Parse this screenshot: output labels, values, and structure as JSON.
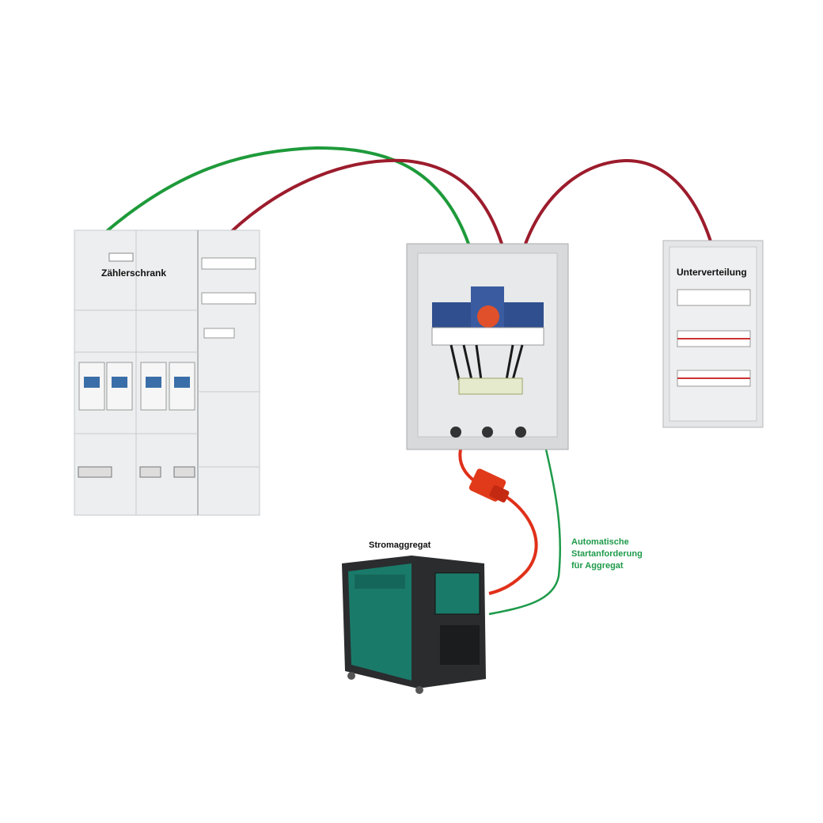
{
  "labels": {
    "zaehlerschrank": "Zählerschrank",
    "unterverteilung": "Unterverteilung",
    "stromaggregat": "Stromaggregat",
    "auto_start": [
      "Automatische",
      "Startanforderung",
      "für Aggregat"
    ]
  },
  "colors": {
    "cable_green": "#1e9a3a",
    "cable_red": "#9c1c2c",
    "cable_orange": "#e0301a",
    "annotation_green": "#1e9a4a",
    "generator_teal": "#1a7a6a"
  }
}
